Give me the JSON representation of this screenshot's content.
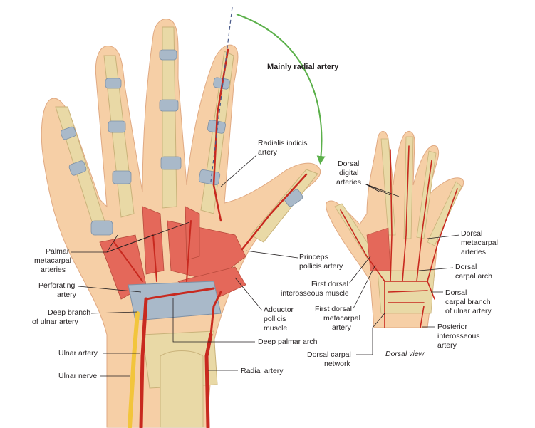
{
  "labels": {
    "mainly_radial": "Mainly radial artery",
    "radialis_indicis": [
      "Radialis indicis",
      "artery"
    ],
    "palmar_metacarpal": [
      "Palmar",
      "metacarpal",
      "arteries"
    ],
    "perforating": [
      "Perforating",
      "artery"
    ],
    "deep_branch_ulnar": [
      "Deep branch",
      "of ulnar artery"
    ],
    "ulnar_artery": "Ulnar artery",
    "ulnar_nerve": "Ulnar nerve",
    "princeps_pollicis": [
      "Princeps",
      "pollicis artery"
    ],
    "adductor_pollicis": [
      "Adductor",
      "pollicis",
      "muscle"
    ],
    "deep_palmar_arch": "Deep palmar arch",
    "radial_artery": "Radial artery",
    "dorsal_digital": [
      "Dorsal",
      "digital",
      "arteries"
    ],
    "dorsal_metacarpal": [
      "Dorsal",
      "metacarpal",
      "arteries"
    ],
    "dorsal_carpal_arch": [
      "Dorsal",
      "carpal arch"
    ],
    "first_dorsal_interosseous": [
      "First dorsal",
      "interosseous muscle"
    ],
    "first_dorsal_metacarpal": [
      "First dorsal",
      "metacarpal",
      "artery"
    ],
    "dorsal_carpal_branch_ulnar": [
      "Dorsal",
      "carpal branch",
      "of ulnar artery"
    ],
    "posterior_interosseous": [
      "Posterior",
      "interosseous",
      "artery"
    ],
    "dorsal_carpal_network": [
      "Dorsal carpal",
      "network"
    ],
    "dorsal_view": "Dorsal view"
  },
  "colors": {
    "skin": "#f6cfa6",
    "bone": "#e9d9a6",
    "cartilage": "#a9b9c9",
    "muscle": "#e4685a",
    "artery": "#c8291f",
    "nerve": "#f2c53c",
    "arrow": "#5bb04a"
  }
}
